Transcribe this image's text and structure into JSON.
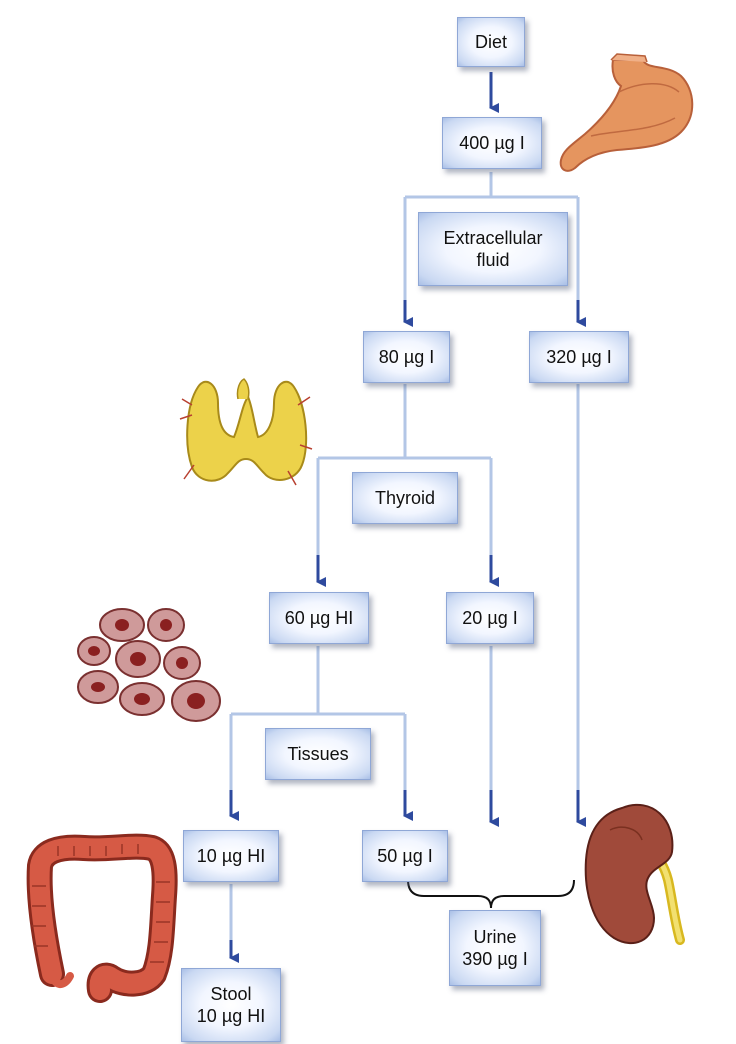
{
  "nodes": {
    "diet": "Diet",
    "intake": "400 µg I",
    "ecf": "Extracellular\nfluid",
    "to_thyroid": "80 µg I",
    "to_urine_direct": "320 µg I",
    "thyroid": "Thyroid",
    "hormone": "60 µg HI",
    "thyroid_leak": "20 µg I",
    "tissues": "Tissues",
    "fecal_hormone": "10 µg HI",
    "tissue_iodide": "50 µg I",
    "urine": "Urine\n390 µg I",
    "stool": "Stool\n10 µg HI"
  },
  "colors": {
    "arrow": "#2e4a9e",
    "line": "#b3c6e6",
    "box_edge": "#8fa7d6"
  },
  "illustrations": [
    "stomach-icon",
    "thyroid-icon",
    "cells-icon",
    "kidney-icon",
    "colon-icon"
  ]
}
